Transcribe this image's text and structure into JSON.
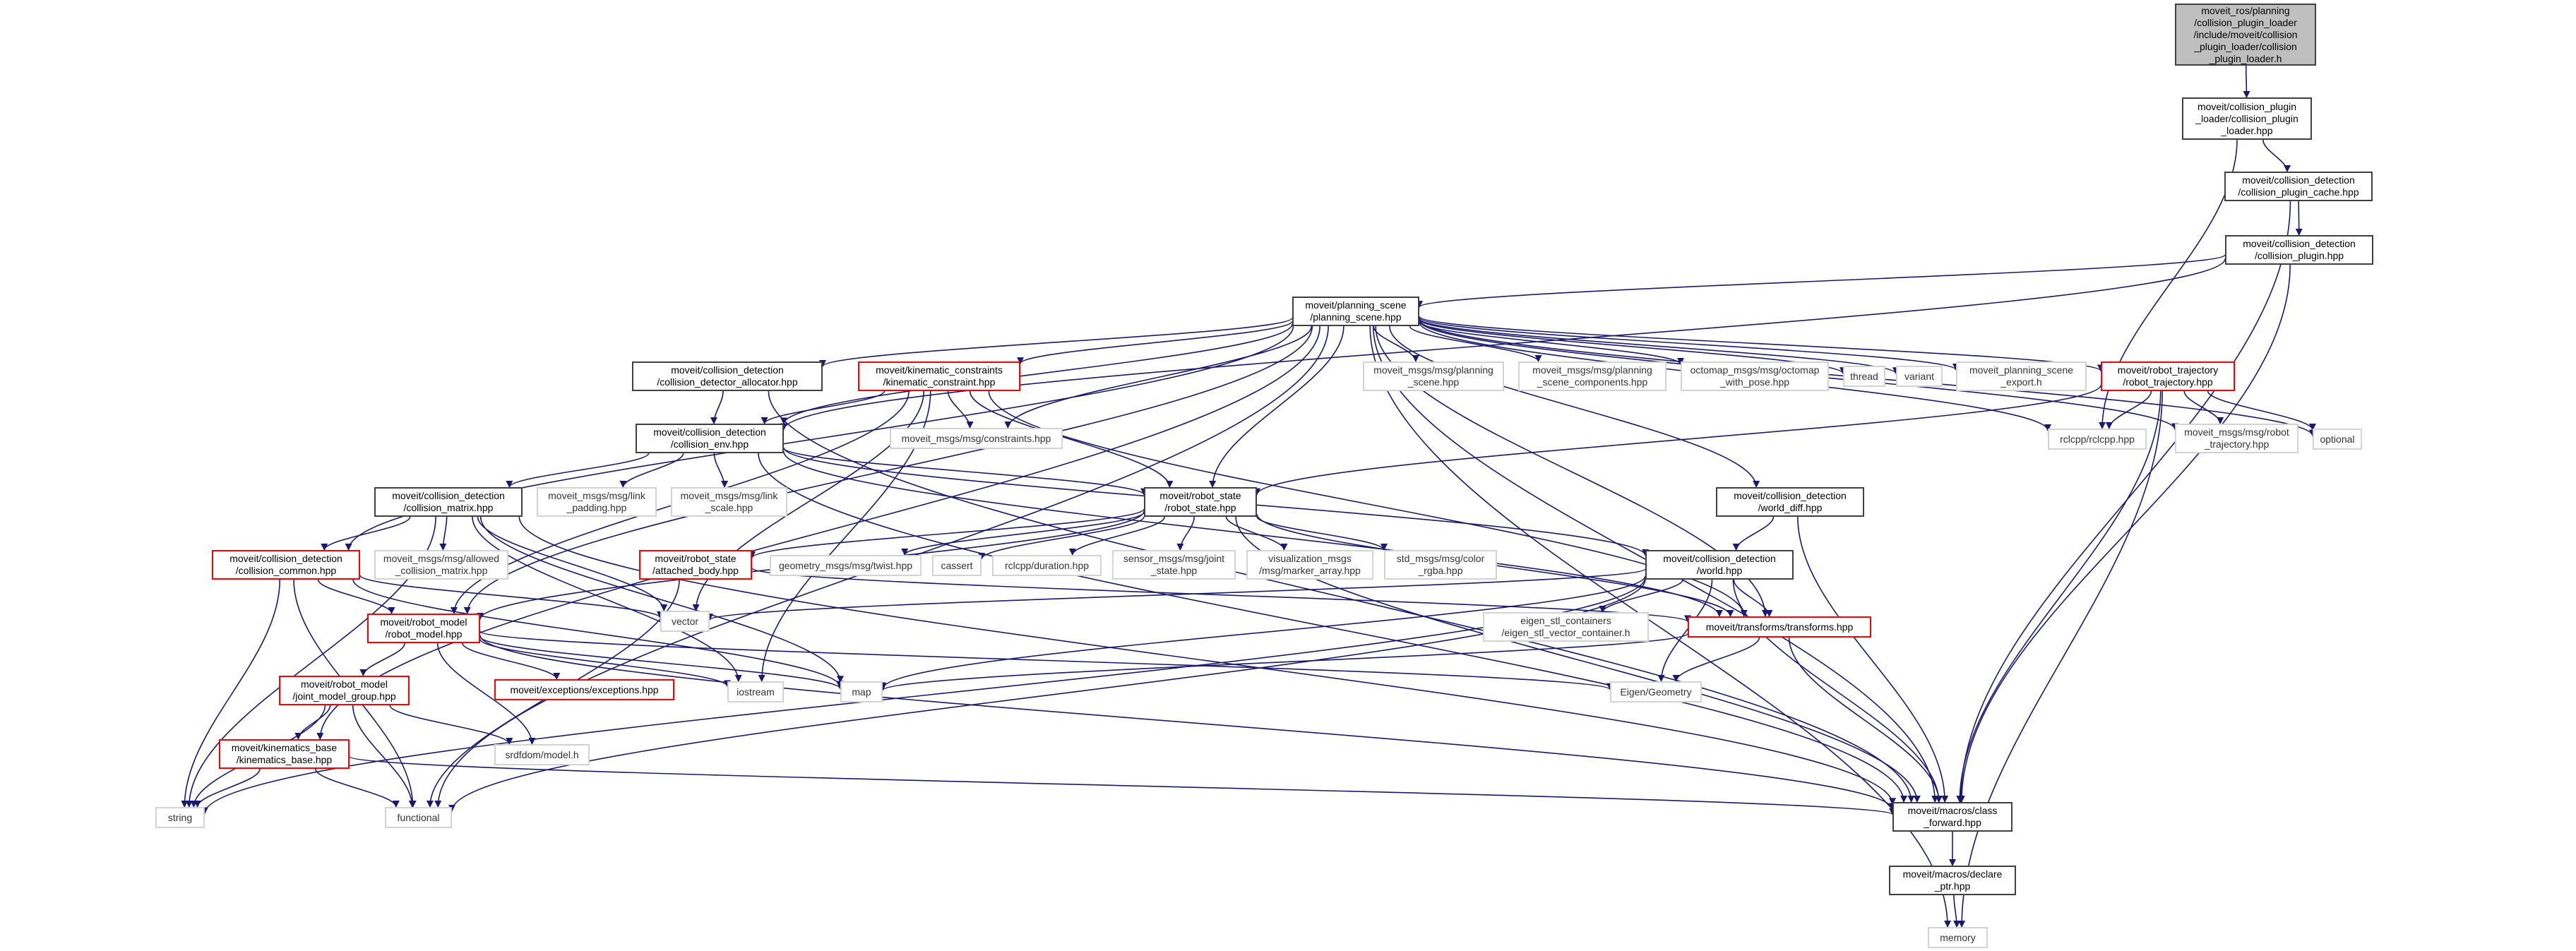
{
  "graph": {
    "title": "Include dependency graph",
    "edge_color": "#191970",
    "legend_colors": {
      "root_fill": "#bfbfbf",
      "documented_border": "#404040",
      "incomplete_border": "#ff0000",
      "external_border": "#d3d3d3"
    },
    "nodes": [
      {
        "id": "root",
        "kind": "root",
        "label": "moveit_ros/planning\n/collision_plugin_loader\n/include/moveit/collision\n_plugin_loader/collision\n_plugin_loader.h"
      },
      {
        "id": "cpl",
        "kind": "doc",
        "label": "moveit/collision_plugin\n_loader/collision_plugin\n_loader.hpp"
      },
      {
        "id": "cpc",
        "kind": "doc",
        "label": "moveit/collision_detection\n/collision_plugin_cache.hpp"
      },
      {
        "id": "cp",
        "kind": "doc",
        "label": "moveit/collision_detection\n/collision_plugin.hpp"
      },
      {
        "id": "ps",
        "kind": "doc",
        "label": "moveit/planning_scene\n/planning_scene.hpp"
      },
      {
        "id": "cda",
        "kind": "doc",
        "label": "moveit/collision_detection\n/collision_detector_allocator.hpp"
      },
      {
        "id": "kc",
        "kind": "red",
        "label": "moveit/kinematic_constraints\n/kinematic_constraint.hpp"
      },
      {
        "id": "psmsg",
        "kind": "ext",
        "label": "moveit_msgs/msg/planning\n_scene.hpp"
      },
      {
        "id": "pscmsg",
        "kind": "ext",
        "label": "moveit_msgs/msg/planning\n_scene_components.hpp"
      },
      {
        "id": "octo",
        "kind": "ext",
        "label": "octomap_msgs/msg/octomap\n_with_pose.hpp"
      },
      {
        "id": "thread",
        "kind": "ext",
        "label": "thread"
      },
      {
        "id": "variant",
        "kind": "ext",
        "label": "variant"
      },
      {
        "id": "export",
        "kind": "ext",
        "label": "moveit_planning_scene\n_export.h"
      },
      {
        "id": "rt",
        "kind": "red",
        "label": "moveit/robot_trajectory\n/robot_trajectory.hpp"
      },
      {
        "id": "ce",
        "kind": "doc",
        "label": "moveit/collision_detection\n/collision_env.hpp"
      },
      {
        "id": "cons",
        "kind": "ext",
        "label": "moveit_msgs/msg/constraints.hpp"
      },
      {
        "id": "rclcpp",
        "kind": "ext",
        "label": "rclcpp/rclcpp.hpp"
      },
      {
        "id": "rtmsg",
        "kind": "ext",
        "label": "moveit_msgs/msg/robot\n_trajectory.hpp"
      },
      {
        "id": "optional",
        "kind": "ext",
        "label": "optional"
      },
      {
        "id": "cm",
        "kind": "doc",
        "label": "moveit/collision_detection\n/collision_matrix.hpp"
      },
      {
        "id": "lpad",
        "kind": "ext",
        "label": "moveit_msgs/msg/link\n_padding.hpp"
      },
      {
        "id": "lscale",
        "kind": "ext",
        "label": "moveit_msgs/msg/link\n_scale.hpp"
      },
      {
        "id": "rs",
        "kind": "doc",
        "label": "moveit/robot_state\n/robot_state.hpp"
      },
      {
        "id": "wd",
        "kind": "doc",
        "label": "moveit/collision_detection\n/world_diff.hpp"
      },
      {
        "id": "cc",
        "kind": "red",
        "label": "moveit/collision_detection\n/collision_common.hpp"
      },
      {
        "id": "acm",
        "kind": "ext",
        "label": "moveit_msgs/msg/allowed\n_collision_matrix.hpp"
      },
      {
        "id": "ab",
        "kind": "red",
        "label": "moveit/robot_state\n/attached_body.hpp"
      },
      {
        "id": "twist",
        "kind": "ext",
        "label": "geometry_msgs/msg/twist.hpp"
      },
      {
        "id": "cassert",
        "kind": "ext",
        "label": "cassert"
      },
      {
        "id": "duration",
        "kind": "ext",
        "label": "rclcpp/duration.hpp"
      },
      {
        "id": "js",
        "kind": "ext",
        "label": "sensor_msgs/msg/joint\n_state.hpp"
      },
      {
        "id": "ma",
        "kind": "ext",
        "label": "visualization_msgs\n/msg/marker_array.hpp"
      },
      {
        "id": "rgba",
        "kind": "ext",
        "label": "std_msgs/msg/color\n_rgba.hpp"
      },
      {
        "id": "world",
        "kind": "doc",
        "label": "moveit/collision_detection\n/world.hpp"
      },
      {
        "id": "vector",
        "kind": "ext",
        "label": "vector"
      },
      {
        "id": "rm",
        "kind": "red",
        "label": "moveit/robot_model\n/robot_model.hpp"
      },
      {
        "id": "esc",
        "kind": "ext",
        "label": "eigen_stl_containers\n/eigen_stl_vector_container.h"
      },
      {
        "id": "tf",
        "kind": "red",
        "label": "moveit/transforms/transforms.hpp"
      },
      {
        "id": "exc",
        "kind": "red",
        "label": "moveit/exceptions/exceptions.hpp"
      },
      {
        "id": "iostream",
        "kind": "ext",
        "label": "iostream"
      },
      {
        "id": "map",
        "kind": "ext",
        "label": "map"
      },
      {
        "id": "eigeo",
        "kind": "ext",
        "label": "Eigen/Geometry"
      },
      {
        "id": "jmg",
        "kind": "red",
        "label": "moveit/robot_model\n/joint_model_group.hpp"
      },
      {
        "id": "srdf",
        "kind": "ext",
        "label": "srdfdom/model.h"
      },
      {
        "id": "kb",
        "kind": "red",
        "label": "moveit/kinematics_base\n/kinematics_base.hpp"
      },
      {
        "id": "string",
        "kind": "ext",
        "label": "string"
      },
      {
        "id": "functional",
        "kind": "ext",
        "label": "functional"
      },
      {
        "id": "cf",
        "kind": "doc",
        "label": "moveit/macros/class\n_forward.hpp"
      },
      {
        "id": "dp",
        "kind": "doc",
        "label": "moveit/macros/declare\n_ptr.hpp"
      },
      {
        "id": "memory",
        "kind": "ext",
        "label": "memory"
      }
    ],
    "edges": [
      [
        "root",
        "cpl"
      ],
      [
        "cpl",
        "cpc"
      ],
      [
        "cpl",
        "rclcpp"
      ],
      [
        "cpc",
        "cp"
      ],
      [
        "cpc",
        "cf"
      ],
      [
        "cp",
        "ps"
      ],
      [
        "cp",
        "ce"
      ],
      [
        "cp",
        "cf"
      ],
      [
        "ps",
        "cda"
      ],
      [
        "ps",
        "kc"
      ],
      [
        "ps",
        "ce"
      ],
      [
        "ps",
        "psmsg"
      ],
      [
        "ps",
        "pscmsg"
      ],
      [
        "ps",
        "octo"
      ],
      [
        "ps",
        "thread"
      ],
      [
        "ps",
        "variant"
      ],
      [
        "ps",
        "export"
      ],
      [
        "ps",
        "rt"
      ],
      [
        "ps",
        "rclcpp"
      ],
      [
        "ps",
        "rtmsg"
      ],
      [
        "ps",
        "optional"
      ],
      [
        "ps",
        "cons"
      ],
      [
        "ps",
        "rs"
      ],
      [
        "ps",
        "wd"
      ],
      [
        "ps",
        "tf"
      ],
      [
        "ps",
        "cf"
      ],
      [
        "ps",
        "memory"
      ],
      [
        "ps",
        "functional"
      ],
      [
        "ps",
        "kb"
      ],
      [
        "ps",
        "rm"
      ],
      [
        "ps",
        "cc"
      ],
      [
        "cda",
        "ce"
      ],
      [
        "cda",
        "cf"
      ],
      [
        "kc",
        "ce"
      ],
      [
        "kc",
        "cons"
      ],
      [
        "kc",
        "rs"
      ],
      [
        "kc",
        "vector"
      ],
      [
        "kc",
        "iostream"
      ],
      [
        "kc",
        "tf"
      ],
      [
        "kc",
        "rm"
      ],
      [
        "rt",
        "rclcpp"
      ],
      [
        "rt",
        "rtmsg"
      ],
      [
        "rt",
        "optional"
      ],
      [
        "rt",
        "rs"
      ],
      [
        "rt",
        "cf"
      ],
      [
        "rt",
        "memory"
      ],
      [
        "ce",
        "cm"
      ],
      [
        "ce",
        "lpad"
      ],
      [
        "ce",
        "lscale"
      ],
      [
        "ce",
        "rs"
      ],
      [
        "ce",
        "world"
      ],
      [
        "ce",
        "tf"
      ],
      [
        "ce",
        "cf"
      ],
      [
        "cm",
        "acm"
      ],
      [
        "cm",
        "cc"
      ],
      [
        "cm",
        "vector"
      ],
      [
        "cm",
        "string"
      ],
      [
        "cm",
        "iostream"
      ],
      [
        "cm",
        "map"
      ],
      [
        "cm",
        "cf"
      ],
      [
        "rs",
        "ab"
      ],
      [
        "rs",
        "twist"
      ],
      [
        "rs",
        "cassert"
      ],
      [
        "rs",
        "duration"
      ],
      [
        "rs",
        "js"
      ],
      [
        "rs",
        "ma"
      ],
      [
        "rs",
        "rgba"
      ],
      [
        "rs",
        "rm"
      ],
      [
        "rs",
        "tf"
      ],
      [
        "rs",
        "cf"
      ],
      [
        "wd",
        "world"
      ],
      [
        "wd",
        "cf"
      ],
      [
        "world",
        "esc"
      ],
      [
        "world",
        "tf"
      ],
      [
        "world",
        "eigeo"
      ],
      [
        "world",
        "vector"
      ],
      [
        "world",
        "map"
      ],
      [
        "world",
        "string"
      ],
      [
        "world",
        "functional"
      ],
      [
        "world",
        "cf"
      ],
      [
        "cc",
        "rm"
      ],
      [
        "cc",
        "vector"
      ],
      [
        "cc",
        "map"
      ],
      [
        "cc",
        "string"
      ],
      [
        "cc",
        "functional"
      ],
      [
        "ab",
        "tf"
      ],
      [
        "ab",
        "functional"
      ],
      [
        "rm",
        "jmg"
      ],
      [
        "rm",
        "exc"
      ],
      [
        "rm",
        "srdf"
      ],
      [
        "rm",
        "iostream"
      ],
      [
        "rm",
        "map"
      ],
      [
        "rm",
        "eigeo"
      ],
      [
        "rm",
        "cf"
      ],
      [
        "tf",
        "eigeo"
      ],
      [
        "tf",
        "map"
      ],
      [
        "tf",
        "cf"
      ],
      [
        "jmg",
        "kb"
      ],
      [
        "jmg",
        "srdf"
      ],
      [
        "jmg",
        "string"
      ],
      [
        "jmg",
        "functional"
      ],
      [
        "kb",
        "string"
      ],
      [
        "kb",
        "functional"
      ],
      [
        "kb",
        "cf"
      ],
      [
        "cf",
        "dp"
      ],
      [
        "dp",
        "memory"
      ]
    ]
  }
}
